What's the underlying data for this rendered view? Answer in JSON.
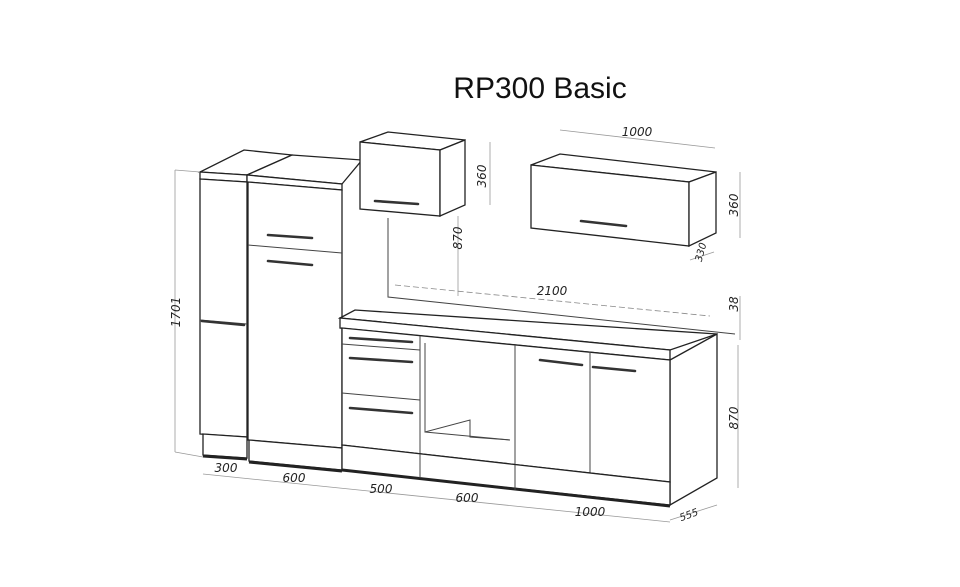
{
  "title": "RP300 Basic",
  "dimensions": {
    "total_height": "1701",
    "wall_cabinet_small_height": "360",
    "wall_cabinet_gap": "870",
    "wall_cabinet_large_width": "1000",
    "wall_cabinet_large_height": "360",
    "wall_cabinet_depth": "330",
    "counter_width": "2100",
    "counter_thickness": "38",
    "base_height": "870",
    "base_depth": "555",
    "widths": [
      "300",
      "600",
      "500",
      "600",
      "1000"
    ]
  }
}
